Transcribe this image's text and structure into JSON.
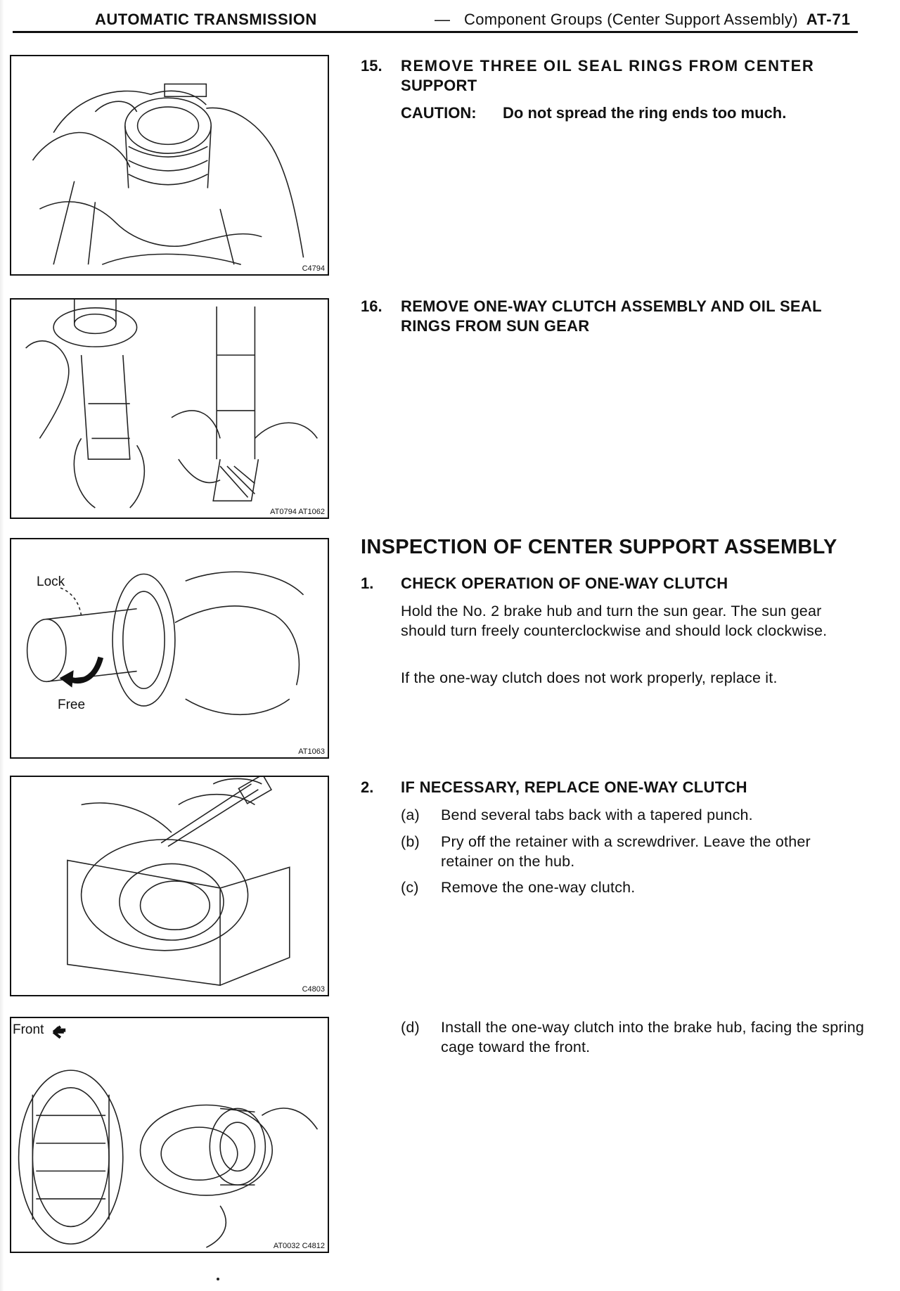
{
  "header": {
    "section": "AUTOMATIC TRANSMISSION",
    "dash": "—",
    "subtitle": "Component Groups (Center Support Assembly)",
    "page": "AT-71"
  },
  "figures": [
    {
      "code": "C4794"
    },
    {
      "code": "AT0794 AT1062"
    },
    {
      "code": "AT1063",
      "label_lock": "Lock",
      "label_free": "Free"
    },
    {
      "code": "C4803"
    },
    {
      "code": "AT0032 C4812",
      "label_front": "Front"
    }
  ],
  "steps": {
    "s15": {
      "num": "15.",
      "title_line1": "REMOVE THREE OIL SEAL RINGS FROM CENTER",
      "title_line2": "SUPPORT",
      "caution_label": "CAUTION:",
      "caution_text": "Do not spread the ring ends too much."
    },
    "s16": {
      "num": "16.",
      "title_line1": "REMOVE ONE-WAY CLUTCH ASSEMBLY AND OIL SEAL",
      "title_line2": "RINGS FROM SUN GEAR"
    }
  },
  "inspection": {
    "heading": "INSPECTION OF CENTER SUPPORT ASSEMBLY",
    "step1": {
      "num": "1.",
      "title": "CHECK OPERATION OF ONE-WAY CLUTCH",
      "para1": "Hold the No. 2 brake hub and turn the sun gear. The sun gear should turn freely counterclockwise and should lock clockwise.",
      "para2": "If the one-way clutch does not work properly, replace it."
    },
    "step2": {
      "num": "2.",
      "title": "IF NECESSARY, REPLACE ONE-WAY CLUTCH",
      "items": [
        {
          "marker": "(a)",
          "text": "Bend several tabs back with a tapered punch."
        },
        {
          "marker": "(b)",
          "text": "Pry off the retainer with a screwdriver. Leave the other retainer on the hub."
        },
        {
          "marker": "(c)",
          "text": "Remove the one-way clutch."
        },
        {
          "marker": "(d)",
          "text": "Install the one-way clutch into the brake hub, facing the spring cage toward the front."
        }
      ]
    }
  }
}
